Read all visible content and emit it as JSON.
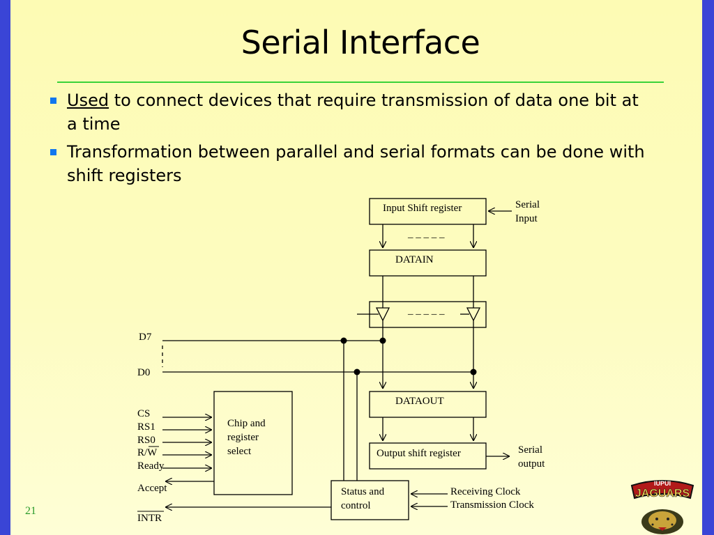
{
  "slide": {
    "title": "Serial Interface",
    "page_number": "21",
    "bullets": [
      {
        "highlight": "Used",
        "text": " to connect devices that require transmission of data one bit at a time"
      },
      {
        "text": "Transformation between parallel and serial formats can be done with shift registers"
      }
    ]
  },
  "diagram": {
    "input_shift_register": "Input Shift register",
    "serial_input_1": "Serial",
    "serial_input_2": "Input",
    "dashes": "– – – – –",
    "datain": "DATAIN",
    "d7": "D7",
    "d0": "D0",
    "dataout": "DATAOUT",
    "chip_select_1": "Chip and",
    "chip_select_2": "register",
    "chip_select_3": "select",
    "cs": "CS",
    "rs1": "RS1",
    "rs0": "RS0",
    "rw": "R/W",
    "ready": "Ready",
    "accept": "Accept",
    "intr": "INTR",
    "output_shift_register": "Output shift register",
    "serial_output_1": "Serial",
    "serial_output_2": "output",
    "status_1": "Status and",
    "status_2": "control",
    "receiving_clock": "Receiving Clock",
    "transmission_clock": "Transmission Clock"
  },
  "logo": {
    "top_text": "IUPUI",
    "main_text": "JAGUARS"
  },
  "colors": {
    "side_bar": "#3a45d6",
    "title_rule": "#39d239",
    "bullet": "#1177ee",
    "page_number": "#2a9a2a"
  }
}
